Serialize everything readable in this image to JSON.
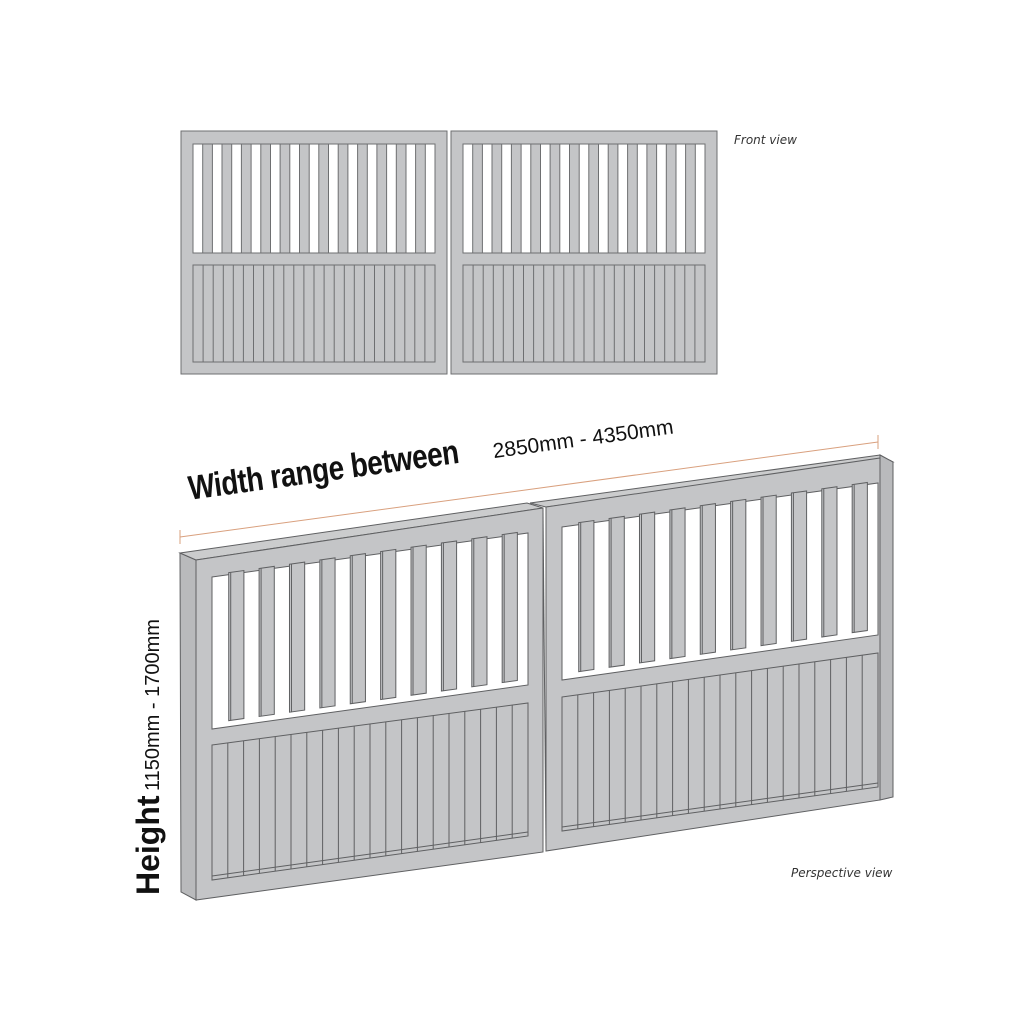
{
  "labels": {
    "front_view": "Front view",
    "perspective_view": "Perspective view",
    "width_title": "Width range between",
    "width_range": "2850mm - 4350mm",
    "height_title": "Height",
    "height_range": "1150mm - 1700mm"
  },
  "colors": {
    "gate_fill": "#c4c5c7",
    "gate_stroke": "#6e6f71",
    "dimension_line": "#d9a07e",
    "text": "#111111"
  },
  "gate": {
    "leaves": 2,
    "top_bars_per_leaf_front": 12,
    "lower_boards_per_leaf_front": 24,
    "top_bars_per_leaf_perspective": 10
  }
}
